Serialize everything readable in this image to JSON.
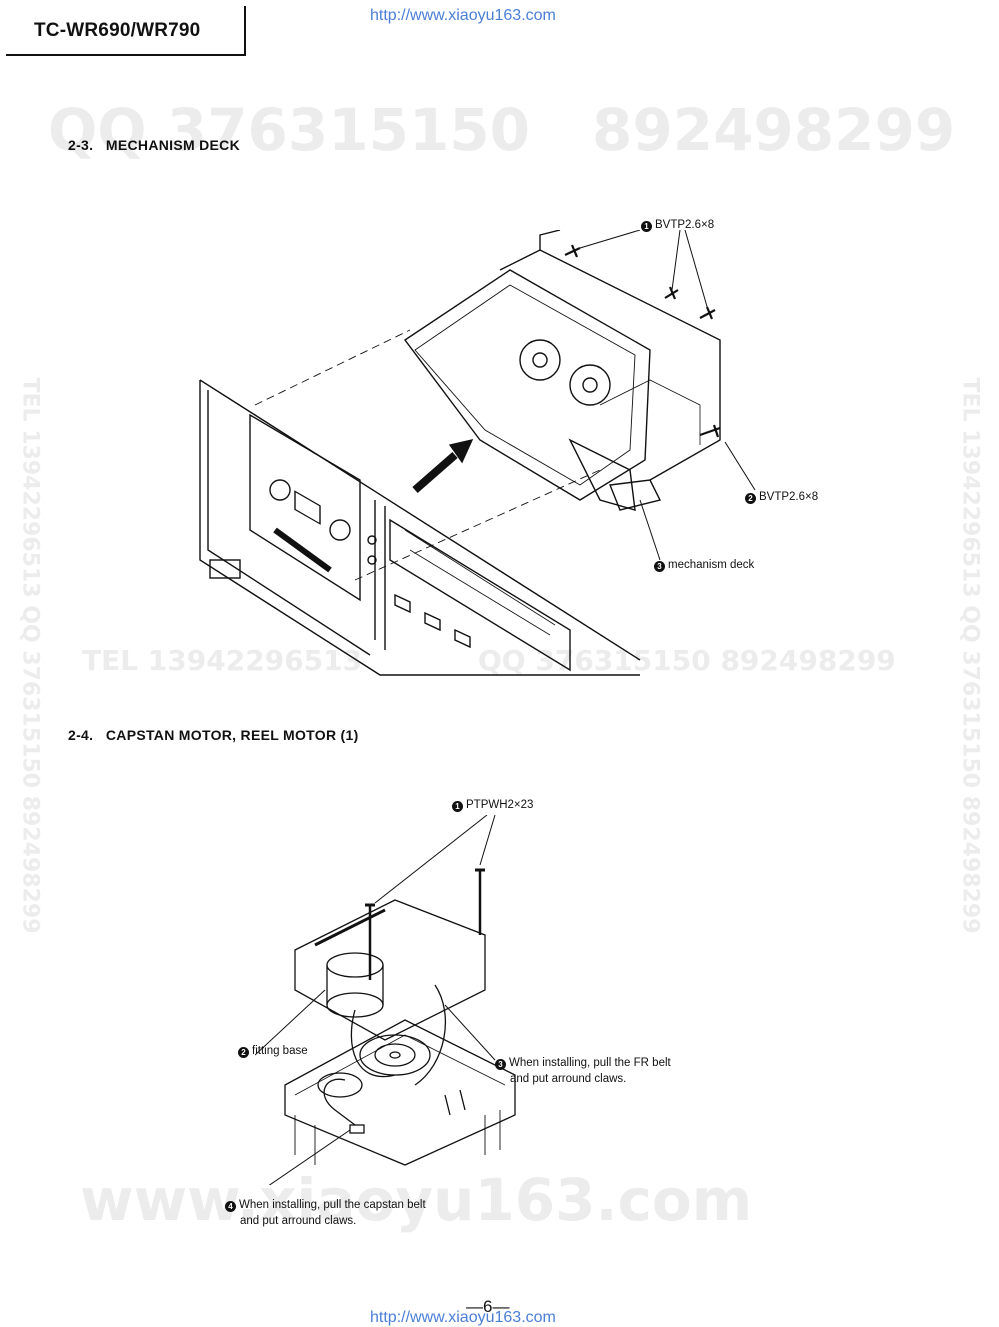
{
  "header": {
    "model": "TC-WR690/WR790",
    "url_top": "http://www.xiaoyu163.com",
    "url_bottom": "http://www.xiaoyu163.com"
  },
  "watermarks": {
    "qq_top": "QQ 376315150",
    "qq_top_b": "892498299",
    "tel_mid": "TEL 13942296513",
    "qq_mid": "QQ 376315150 892498299",
    "www_bottom": "www.xiaoyu163.com",
    "side_left": "TEL 13942296513 QQ 376315150 892498299",
    "side_right": "TEL 13942296513 QQ 376315150 892498299"
  },
  "section1": {
    "title": "2-3.   MECHANISM DECK",
    "labels": {
      "l1": {
        "num": "1",
        "text": "BVTP2.6×8"
      },
      "l2": {
        "num": "2",
        "text": "BVTP2.6×8"
      },
      "l3": {
        "num": "3",
        "text": "mechanism deck"
      }
    }
  },
  "section2": {
    "title": "2-4.   CAPSTAN MOTOR, REEL MOTOR (1)",
    "labels": {
      "l1": {
        "num": "1",
        "text": "PTPWH2×23"
      },
      "l2": {
        "num": "2",
        "text": "fitting base"
      },
      "l3": {
        "num": "3",
        "line1": "When installing, pull the FR belt",
        "line2": "and put arround claws."
      },
      "l4": {
        "num": "4",
        "line1": "When installing, pull the capstan belt",
        "line2": "and put arround claws."
      }
    }
  },
  "footer": {
    "page": "—6—"
  }
}
